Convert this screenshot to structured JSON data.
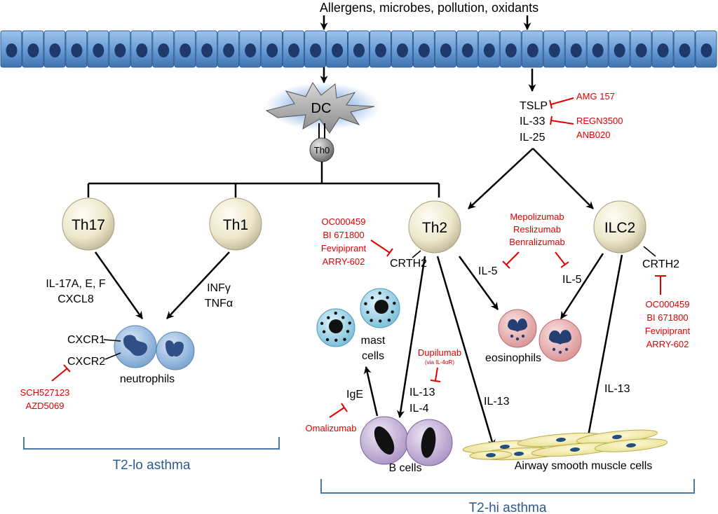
{
  "stimulus": "Allergens, microbes, pollution, oxidants",
  "cells": {
    "dc": "DC",
    "th0": "Th0",
    "th17": "Th17",
    "th1": "Th1",
    "th2": "Th2",
    "ilc2": "ILC2",
    "neutrophils": "neutrophils",
    "mast_cells_line1": "mast",
    "mast_cells_line2": "cells",
    "eosinophils": "eosinophils",
    "b_cells": "B cells",
    "smooth_muscle": "Airway smooth muscle cells"
  },
  "mediators": {
    "tslp": "TSLP",
    "il33": "IL-33",
    "il25": "IL-25",
    "th17_out_1": "IL-17A, E, F",
    "th17_out_2": "CXCL8",
    "th1_out_1": "INFγ",
    "th1_out_2": "TNFα",
    "cxcr1": "CXCR1",
    "cxcr2": "CXCR2",
    "crth2_th2": "CRTH2",
    "crth2_ilc2": "CRTH2",
    "il5_left": "IL-5",
    "il5_right": "IL-5",
    "il13_b": "IL-13",
    "il4_b": "IL-4",
    "il13_th2_asm": "IL-13",
    "il13_ilc2_asm": "IL-13",
    "ige": "IgE"
  },
  "drugs": {
    "tslp_inhibitor": "AMG 157",
    "il33_inhibitor_1": "REGN3500",
    "il33_inhibitor_2": "ANB020",
    "crth2_th2": [
      "OC000459",
      "BI 671800",
      "Fevipiprant",
      "ARRY-602"
    ],
    "crth2_ilc2": [
      "OC000459",
      "BI 671800",
      "Fevipiprant",
      "ARRY-602"
    ],
    "il5": [
      "Mepolizumab",
      "Reslizumab",
      "Benralizumab"
    ],
    "il4_il13": "Dupilumab",
    "il4_il13_note": "(via IL-4αR)",
    "cxcr2": [
      "SCH527123",
      "AZD5069"
    ],
    "ige": "Omalizumab"
  },
  "groups": {
    "t2_lo": "T2-lo asthma",
    "t2_hi": "T2-hi asthma"
  }
}
